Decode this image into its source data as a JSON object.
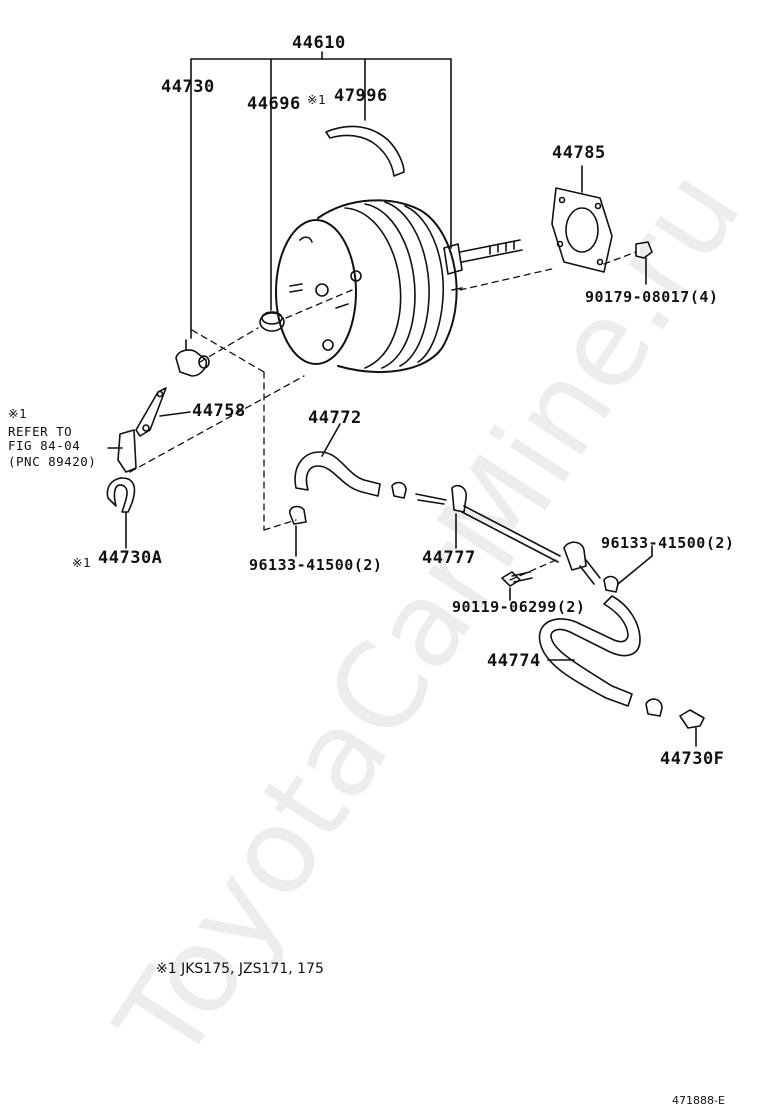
{
  "watermark": "ToyotaCarMine.ru",
  "diagram_code": "471888-E",
  "footnote": "※1 JKS175, JZS171, 175",
  "refer_note": {
    "marker": "※1",
    "line1": "REFER TO",
    "line2": "FIG 84-04",
    "line3": "(PNC 89420)"
  },
  "parts": {
    "p44610": "44610",
    "p44730": "44730",
    "p44696": "44696",
    "p47996_marker": "※1",
    "p47996": "47996",
    "p44785": "44785",
    "p90179": "90179-08017(4)",
    "p44758": "44758",
    "p44772": "44772",
    "p44730A_marker": "※1",
    "p44730A": "44730A",
    "p96133a": "96133-41500(2)",
    "p44777": "44777",
    "p96133b": "96133-41500(2)",
    "p90119": "90119-06299(2)",
    "p44774": "44774",
    "p44730F": "44730F"
  }
}
